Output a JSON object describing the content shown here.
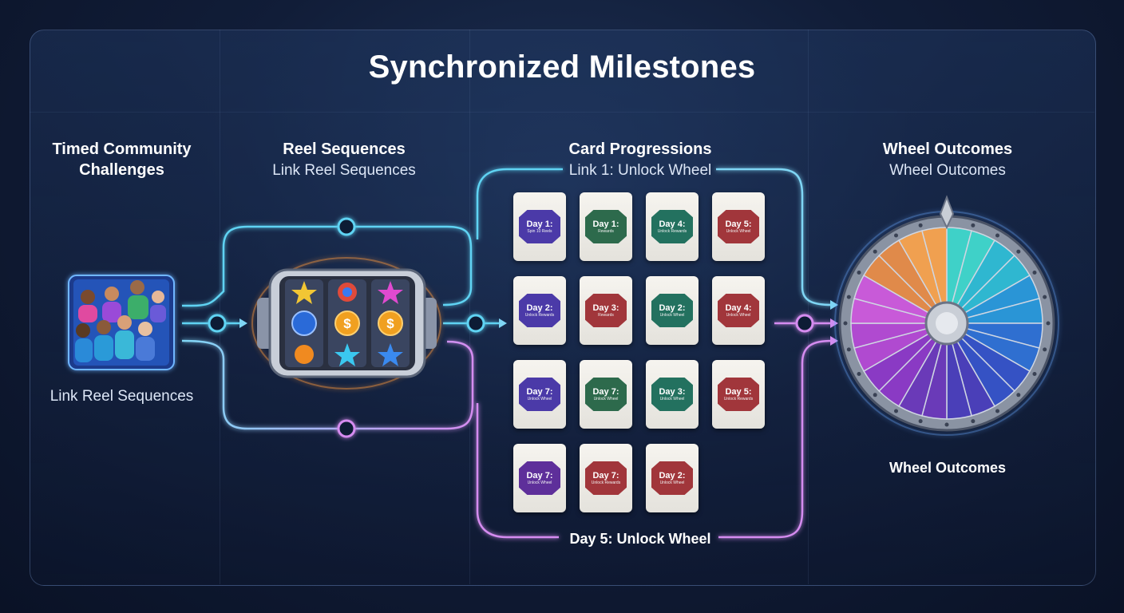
{
  "title": "Synchronized Milestones",
  "columns": {
    "challenges": {
      "title": "Timed Community Challenges",
      "caption": "Link Reel Sequences"
    },
    "reels": {
      "title": "Reel Sequences",
      "subtitle": "Link Reel Sequences"
    },
    "cards": {
      "title": "Card Progressions",
      "subtitle": "Link 1: Unlock Wheel",
      "footer": "Day 5: Unlock Wheel"
    },
    "wheel": {
      "title": "Wheel Outcomes",
      "subtitle": "Wheel Outcomes",
      "caption": "Wheel Outcomes"
    }
  },
  "cards": [
    {
      "day": "Day 1:",
      "text": "Spin 10 Reels",
      "color": "purple"
    },
    {
      "day": "Day 1:",
      "text": "Rewards",
      "color": "green"
    },
    {
      "day": "Day 4:",
      "text": "Unlock Rewards",
      "color": "teal"
    },
    {
      "day": "Day 5:",
      "text": "Unlock Wheel",
      "color": "red"
    },
    {
      "day": "Day 2:",
      "text": "Unlock Rewards",
      "color": "purple"
    },
    {
      "day": "Day 3:",
      "text": "Rewards",
      "color": "red"
    },
    {
      "day": "Day 2:",
      "text": "Unlock Wheel",
      "color": "teal"
    },
    {
      "day": "Day 4:",
      "text": "Unlock Wheel",
      "color": "red"
    },
    {
      "day": "Day 7:",
      "text": "Unlock Wheel",
      "color": "purple"
    },
    {
      "day": "Day 7:",
      "text": "Unlock Wheel",
      "color": "green"
    },
    {
      "day": "Day 3:",
      "text": "Unlock Wheel",
      "color": "teal"
    },
    {
      "day": "Day 5:",
      "text": "Unlock Rewards",
      "color": "red"
    },
    {
      "day": "Day 7:",
      "text": "Unlock Wheel",
      "color": "violet"
    },
    {
      "day": "Day 7:",
      "text": "Unlock Rewards",
      "color": "red"
    },
    {
      "day": "Day 2:",
      "text": "Unlock Wheel",
      "color": "red"
    }
  ],
  "colors": {
    "cyan": "#5fd3f3",
    "magenta": "#d58cf0",
    "accent": "#6aa9ff"
  }
}
